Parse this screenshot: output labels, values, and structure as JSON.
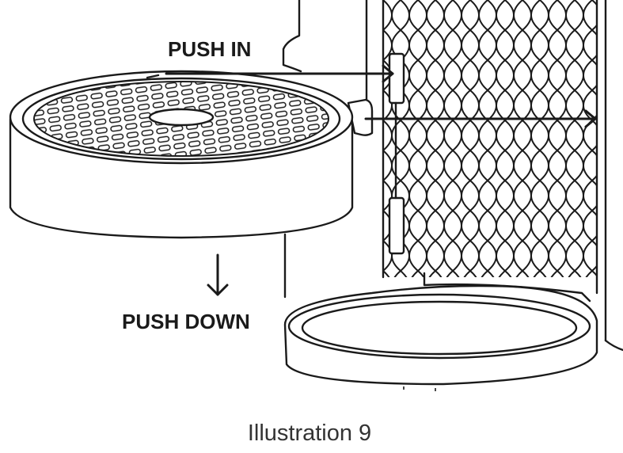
{
  "labels": {
    "push_in": "PUSH IN",
    "push_down": "PUSH DOWN",
    "caption": "Illustration 9"
  },
  "colors": {
    "line": "#1a1a1a",
    "background": "#ffffff",
    "caption": "#333333"
  }
}
